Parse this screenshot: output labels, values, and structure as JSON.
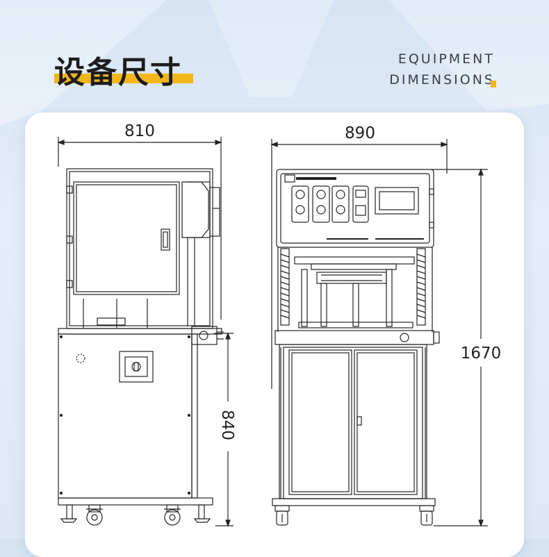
{
  "header": {
    "title_cn": "设备尺寸",
    "title_en_line1": "EQUIPMENT",
    "title_en_line2": "DIMENSIONS"
  },
  "dimensions": {
    "side_width": "810",
    "side_lower_height": "840",
    "front_width": "890",
    "front_total_height": "1670"
  },
  "colors": {
    "accent": "#f3b61c",
    "card": "#ffffff",
    "line": "#222222"
  }
}
